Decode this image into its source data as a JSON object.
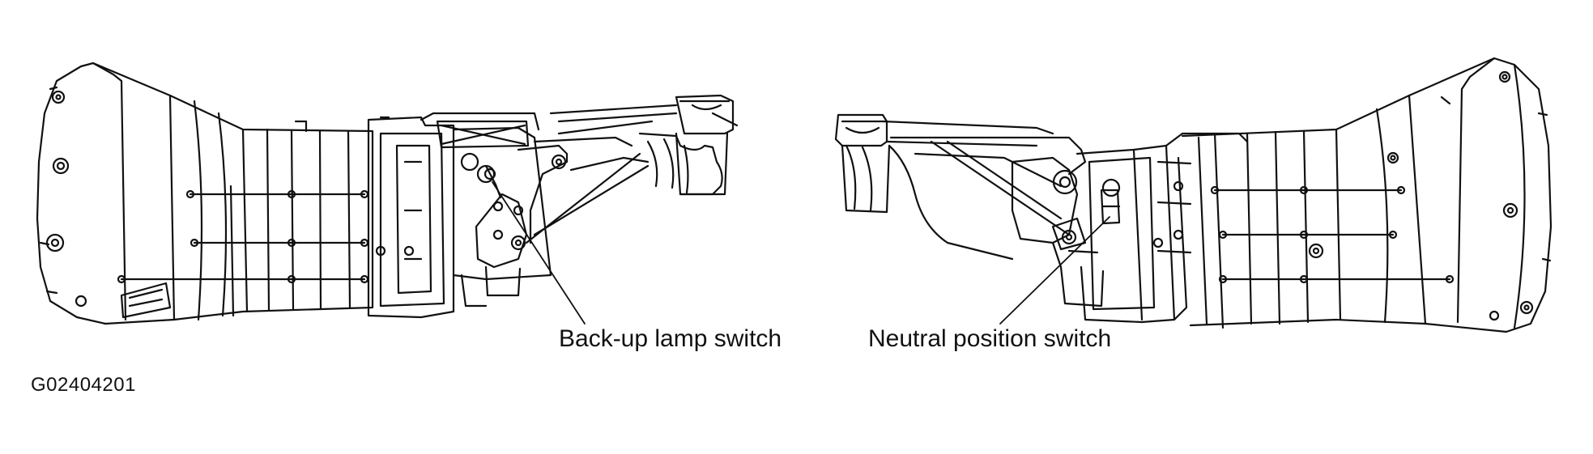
{
  "labels": {
    "backup_lamp_switch": "Back-up lamp switch",
    "neutral_position_switch": "Neutral position switch",
    "figure_code": "G02404201"
  },
  "colors": {
    "line": "#111111",
    "fill": "#ffffff"
  }
}
